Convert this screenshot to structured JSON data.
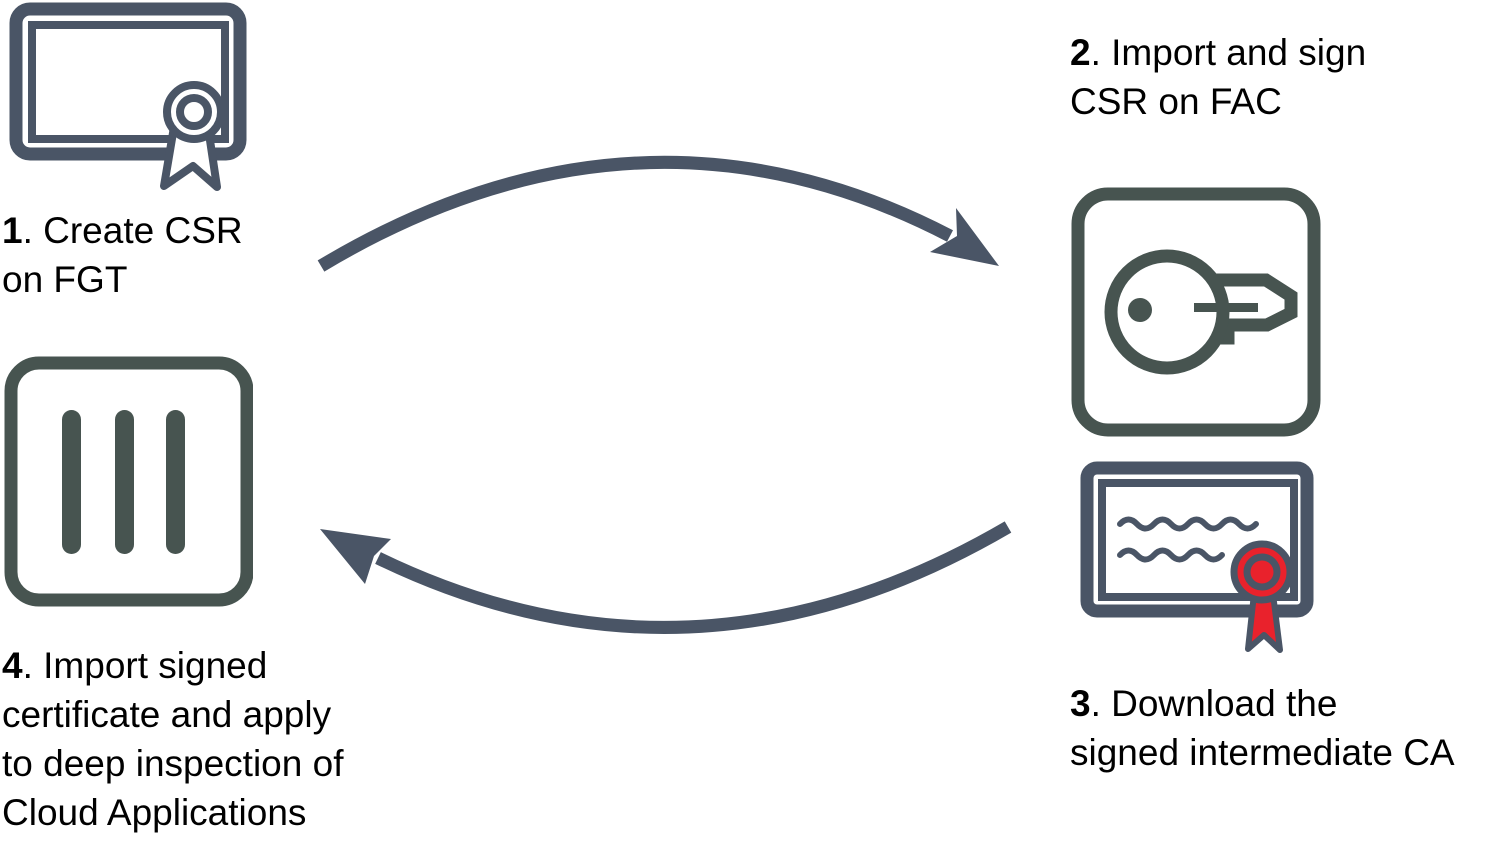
{
  "colors": {
    "slate": "#4a5566",
    "teal": "#475450",
    "red": "#e9222c",
    "text": "#000000",
    "bg": "#ffffff"
  },
  "steps": [
    {
      "number": "1",
      "rest1": ". Create CSR",
      "line2": "on FGT"
    },
    {
      "number": "2",
      "rest1": ". Import and sign",
      "line2": "CSR on FAC"
    },
    {
      "number": "3",
      "rest1": ". Download the",
      "line2": "signed intermediate CA"
    },
    {
      "number": "4",
      "rest1": ". Import signed",
      "line2": "certificate and apply",
      "line3": "to deep inspection of",
      "line4": "Cloud Applications"
    }
  ],
  "icons": {
    "certificate": "certificate-with-seal-icon",
    "key": "key-in-rounded-square-icon",
    "signed_certificate": "signed-certificate-red-seal-icon",
    "bars": "three-bars-panel-icon"
  },
  "arrows": {
    "top": "curved arrow from FGT certificate to FAC key",
    "bottom": "curved arrow from signed CA back to FGT"
  }
}
